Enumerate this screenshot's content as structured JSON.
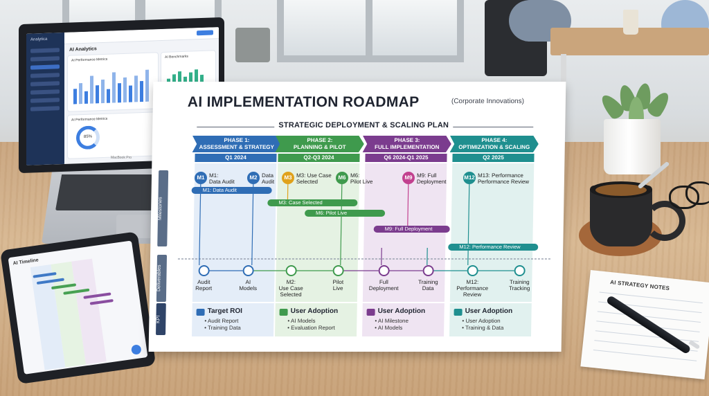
{
  "laptop": {
    "app_name": "Analytica",
    "dashboard_title": "AI Analytics",
    "card1_title": "AI Performance Metrics",
    "card2_title": "AI Benchmarks",
    "card3_title": "AI Performance Metrics",
    "donut_value": "85%",
    "brand": "MacBook Pro"
  },
  "tablet": {
    "title": "AI Timeline"
  },
  "notepad": {
    "title": "AI STRATEGY NOTES"
  },
  "poster": {
    "title": "AI IMPLEMENTATION ROADMAP",
    "subtitle": "(Corporate Innovations)",
    "banner": "STRATEGIC DEPLOYMENT & SCALING PLAN",
    "row_labels": {
      "milestones": "Milestones",
      "deliverables": "Deliverables",
      "kpi": "KPI"
    },
    "phases": [
      {
        "line1": "PHASE 1:",
        "line2": "ASSESSMENT & STRATEGY",
        "time": "Q1 2024",
        "color": "#2f6db5",
        "tint": "#e4edf8"
      },
      {
        "line1": "PHASE 2:",
        "line2": "PLANNING & PILOT",
        "time": "Q2-Q3 2024",
        "color": "#3f9a4d",
        "tint": "#e5f2e3"
      },
      {
        "line1": "PHASE 3:",
        "line2": "FULL IMPLEMENTATION",
        "time": "Q6 2024-Q1 2025",
        "color": "#7b3c8e",
        "tint": "#efe4f2"
      },
      {
        "line1": "PHASE 4:",
        "line2": "OPTIMIZATION & SCALING",
        "time": "Q2 2025",
        "color": "#1f8f8f",
        "tint": "#e1f1ef"
      }
    ],
    "milestone_nodes": [
      {
        "code": "M1",
        "label1": "M1:",
        "label2": "Data Audit",
        "color": "#2f6db5"
      },
      {
        "code": "M2",
        "label1": "Data",
        "label2": "Audit",
        "color": "#2f6db5"
      },
      {
        "code": "M3",
        "label1": "M3: Use Case",
        "label2": "Selected",
        "color": "#e0a21c"
      },
      {
        "code": "M6",
        "label1": "M6:",
        "label2": "Pilot Live",
        "color": "#3f9a4d"
      },
      {
        "code": "M9",
        "label1": "M9: Full",
        "label2": "Deployment",
        "color": "#c2418f"
      },
      {
        "code": "M12",
        "label1": "M13: Performance",
        "label2": "Performance Review",
        "color": "#1f8f8f"
      }
    ],
    "milestone_bars": [
      {
        "text": "M1: Data Audit",
        "color": "#2f6db5"
      },
      {
        "text": "M3: Case Selected",
        "color": "#3f9a4d"
      },
      {
        "text": "M6: Pilot Live",
        "color": "#3f9a4d"
      },
      {
        "text": "M9: Full Deployment",
        "color": "#7b3c8e"
      },
      {
        "text": "M12: Performance Review",
        "color": "#1f8f8f"
      }
    ],
    "deliverables": [
      {
        "l1": "Audit",
        "l2": "Report",
        "l3": "",
        "color": "#2f6db5"
      },
      {
        "l1": "AI",
        "l2": "Models",
        "l3": "",
        "color": "#2f6db5"
      },
      {
        "l1": "M2:",
        "l2": "Use Case",
        "l3": "Selected",
        "color": "#3f9a4d"
      },
      {
        "l1": "Pilot",
        "l2": "Live",
        "l3": "",
        "color": "#3f9a4d"
      },
      {
        "l1": "Full",
        "l2": "Deployment",
        "l3": "",
        "color": "#7b3c8e"
      },
      {
        "l1": "Training",
        "l2": "Data",
        "l3": "",
        "color": "#7b3c8e"
      },
      {
        "l1": "M12:",
        "l2": "Performance",
        "l3": "Review",
        "color": "#1f8f8f"
      },
      {
        "l1": "Training",
        "l2": "Tracking",
        "l3": "",
        "color": "#1f8f8f"
      }
    ],
    "kpis": [
      {
        "title": "Target ROI",
        "items": [
          "• Audit Report",
          "• Training Data"
        ],
        "color": "#2f6db5"
      },
      {
        "title": "User Adoption",
        "items": [
          "• AI Models",
          "• Evaluation Report"
        ],
        "color": "#3f9a4d"
      },
      {
        "title": "User Adoption",
        "items": [
          "• AI Milestone",
          "• AI Models"
        ],
        "color": "#7b3c8e"
      },
      {
        "title": "User Adoption",
        "items": [
          "• User Adoption",
          "• Training & Data"
        ],
        "color": "#1f8f8f"
      }
    ]
  }
}
